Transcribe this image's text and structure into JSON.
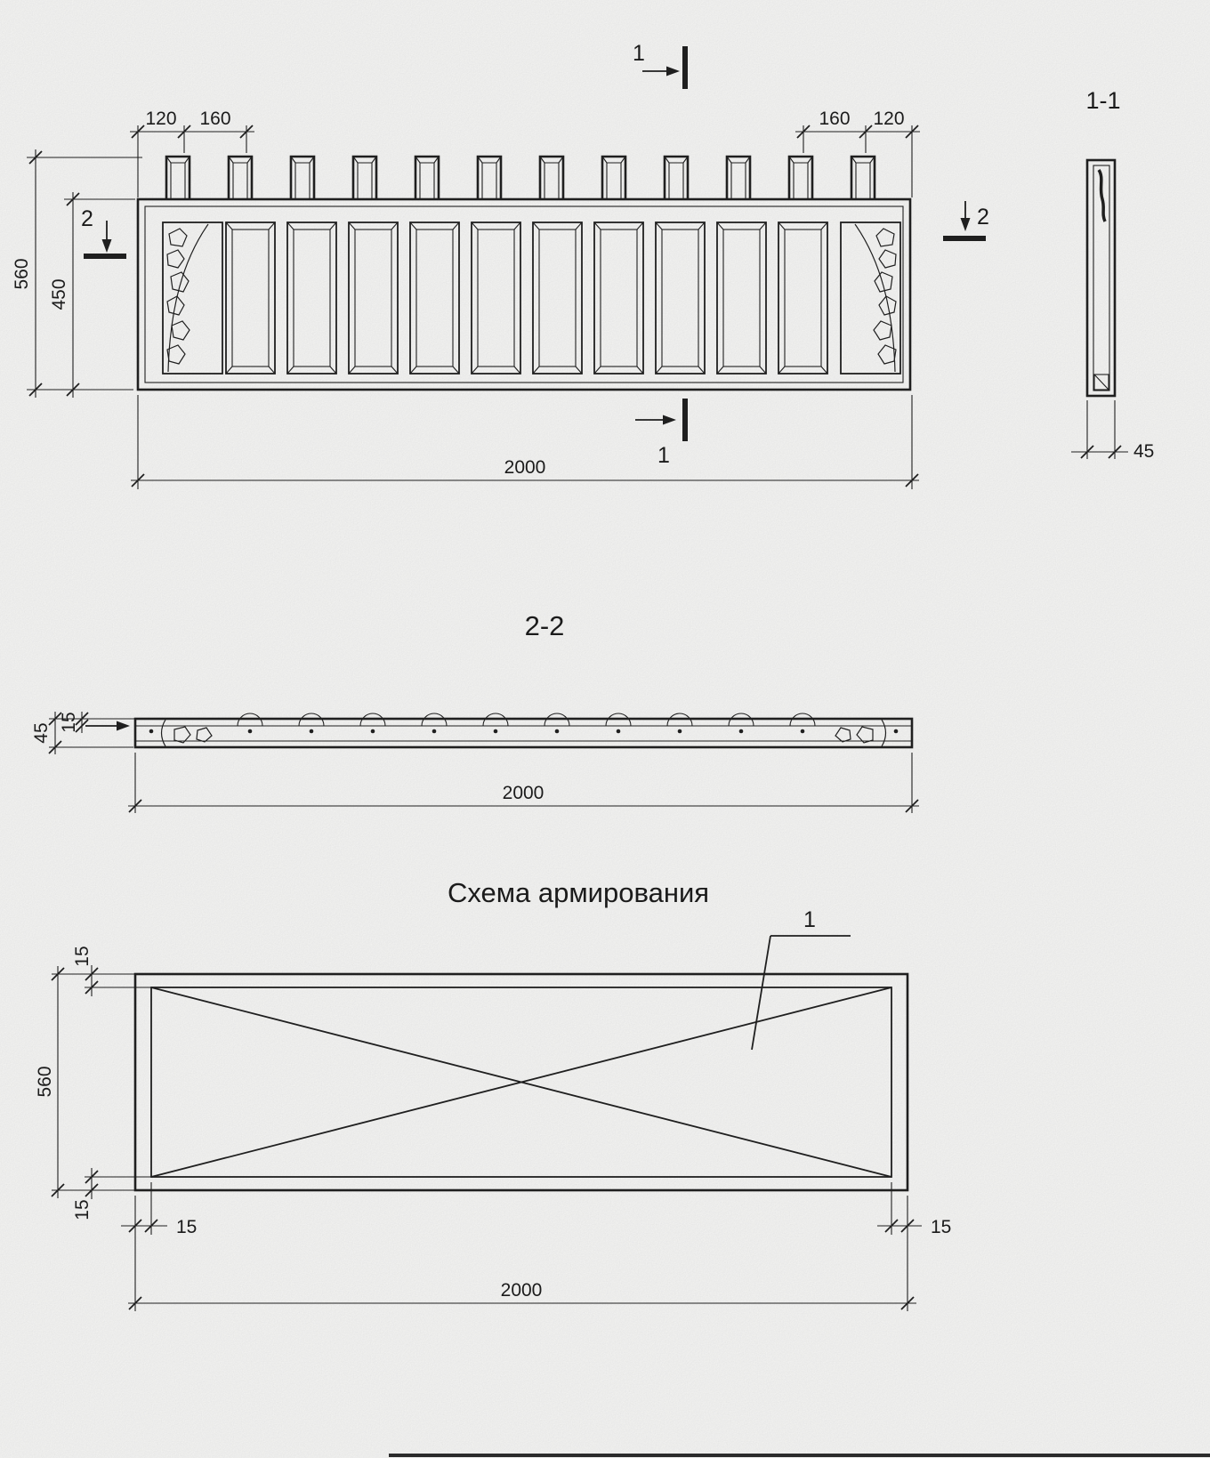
{
  "page": {
    "background": "#fafaf8",
    "ink": "#1f1f1f"
  },
  "titles": {
    "section_1_1": "1-1",
    "section_2_2": "2-2",
    "reinforcement": "Схема армирования"
  },
  "markers": {
    "cut_1_top": "1",
    "cut_1_bottom": "1",
    "cut_2_left": "2",
    "cut_2_right": "2",
    "rebar_item": "1"
  },
  "elevation": {
    "dims": {
      "edge_left": "120",
      "module_left": "160",
      "module_right": "160",
      "edge_right": "120",
      "total_height": "560",
      "body_height": "450",
      "total_width": "2000"
    }
  },
  "section_1_1": {
    "dims": {
      "thickness": "45"
    }
  },
  "section_2_2": {
    "dims": {
      "thickness": "45",
      "rib": "15",
      "total_width": "2000"
    }
  },
  "reinforcement": {
    "dims": {
      "cover_top": "15",
      "height": "560",
      "cover_bottom": "15",
      "cover_left": "15",
      "cover_right": "15",
      "total_width": "2000"
    }
  }
}
